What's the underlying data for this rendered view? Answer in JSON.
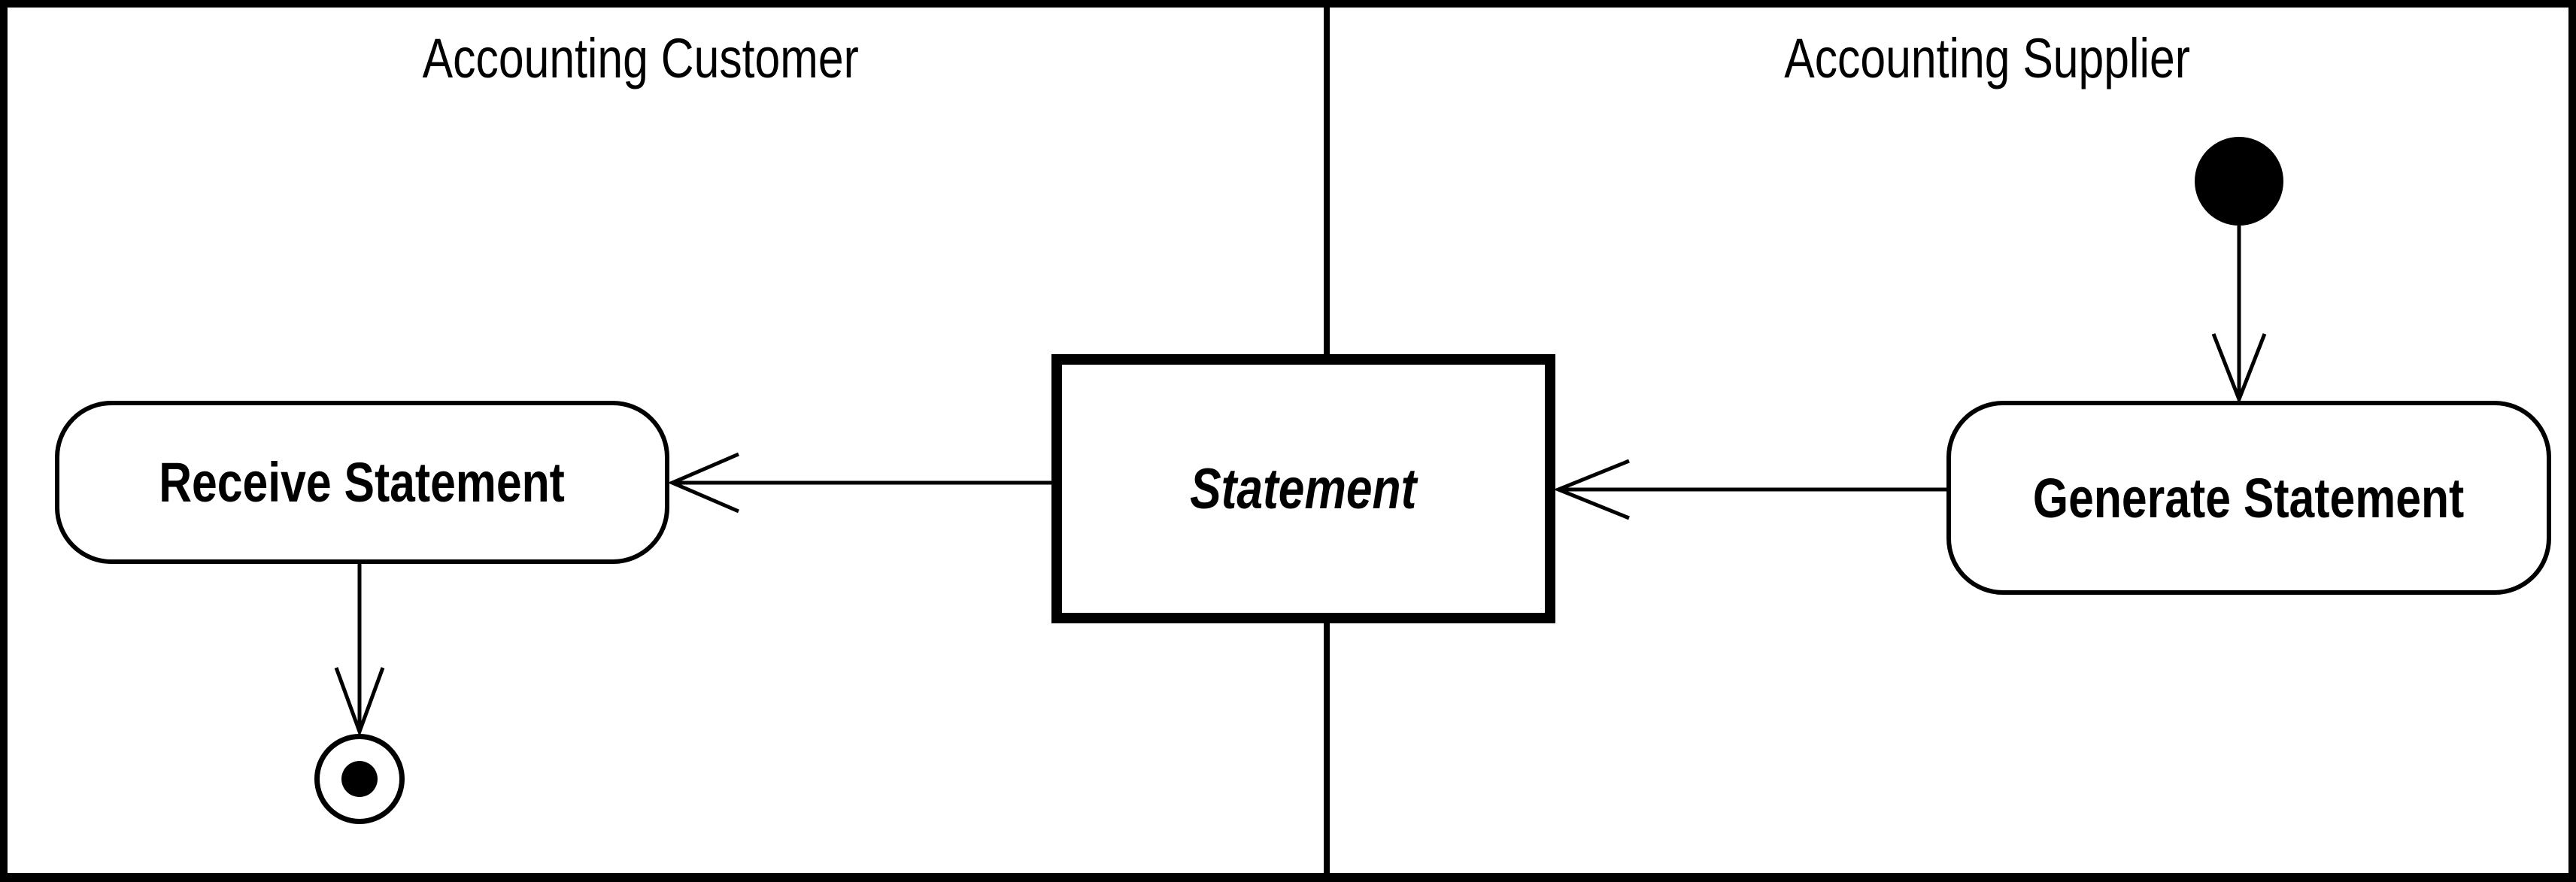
{
  "diagram": {
    "kind": "uml-activity-diagram-with-swimlanes",
    "colors": {
      "ink": "#000000",
      "background": "#ffffff"
    },
    "lanes": [
      {
        "id": "customer",
        "title": "Accounting Customer"
      },
      {
        "id": "supplier",
        "title": "Accounting Supplier"
      }
    ],
    "nodes": {
      "initial": {
        "kind": "initial-node",
        "lane": "supplier"
      },
      "generate_statement": {
        "kind": "activity",
        "lane": "supplier",
        "label": "Generate Statement"
      },
      "statement": {
        "kind": "object",
        "lane": "both",
        "label": "Statement"
      },
      "receive_statement": {
        "kind": "activity",
        "lane": "customer",
        "label": "Receive Statement"
      },
      "final": {
        "kind": "final-node",
        "lane": "customer"
      }
    },
    "icons": {
      "initial_node": "filled-circle",
      "final_node": "circle-with-dot",
      "arrowhead": "open-v"
    },
    "edges": [
      {
        "from": "initial",
        "to": "generate_statement",
        "direction": "down"
      },
      {
        "from": "generate_statement",
        "to": "statement",
        "direction": "left"
      },
      {
        "from": "statement",
        "to": "receive_statement",
        "direction": "left"
      },
      {
        "from": "receive_statement",
        "to": "final",
        "direction": "down"
      }
    ]
  }
}
